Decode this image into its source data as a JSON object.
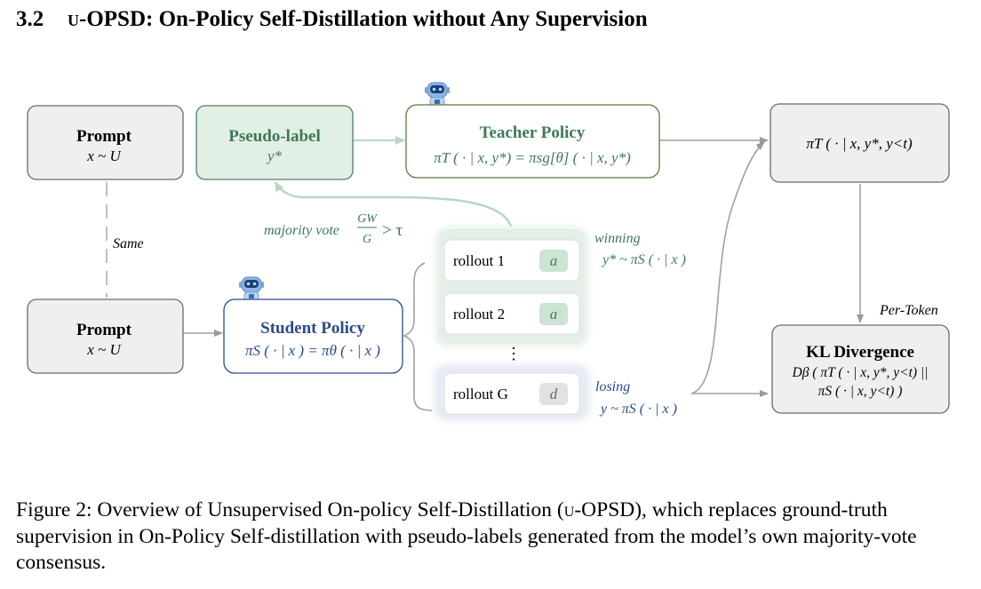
{
  "section": {
    "number": "3.2",
    "method_prefix": "u",
    "title_rest": "-OPSD: On-Policy Self-Distillation without Any Supervision"
  },
  "figure": {
    "prompt_top": {
      "title": "Prompt",
      "formula": "x ~ U"
    },
    "prompt_bottom": {
      "title": "Prompt",
      "formula": "x ~ U"
    },
    "same_label": "Same",
    "pseudo_label": {
      "title": "Pseudo-label",
      "formula": "y*"
    },
    "teacher": {
      "title": "Teacher Policy",
      "formula": "πT ( · | x, y*) = πsg[θ] ( · | x, y*)"
    },
    "teacher_output": {
      "formula": "πT ( · | x, y*, y<t)"
    },
    "student": {
      "title": "Student Policy",
      "formula": "πS ( · | x ) = πθ ( · | x )"
    },
    "majority_vote": {
      "text": "majority vote",
      "numerator": "GW",
      "denominator": "G",
      "comparison": "> τ"
    },
    "rollouts": [
      {
        "label": "rollout 1",
        "answer": "a",
        "group": "winning"
      },
      {
        "label": "rollout 2",
        "answer": "a",
        "group": "winning"
      },
      {
        "label": "rollout G",
        "answer": "d",
        "group": "losing"
      }
    ],
    "ellipsis": "⋮",
    "winning": {
      "label": "winning",
      "formula": "y* ~ πS ( · | x )"
    },
    "losing": {
      "label": "losing",
      "formula": "y ~ πS ( · | x )"
    },
    "per_token": "Per-Token",
    "kl": {
      "title": "KL Divergence",
      "line1": "Dβ ( πT ( · | x, y*, y<t) ||",
      "line2": "πS ( · | x, y<t) )"
    },
    "colors": {
      "green_accent": "#3b7a57",
      "green_fill": "#e2efe5",
      "blue_accent": "#2b4a8a",
      "gray_fill": "#f0f0f0"
    }
  },
  "caption": {
    "prefix": "Figure 2: Overview of Unsupervised On-policy Self-Distillation (",
    "method": "u",
    "suffix": "-OPSD), which replaces ground-truth supervision in On-Policy Self-distillation with pseudo-labels generated from the model’s own majority-vote consensus."
  }
}
